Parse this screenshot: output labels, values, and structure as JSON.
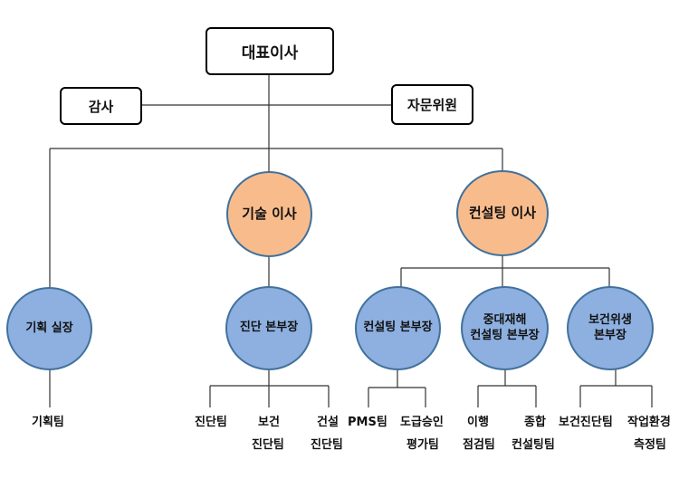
{
  "nodes": {
    "ceo": "대표이사",
    "audit": "감사",
    "advisory": "자문위원",
    "tech_director": "기술 이사",
    "consult_director": "컨설팅 이사",
    "planning_office": "기획 실장",
    "diagnosis_hq": "진단 본부장",
    "consulting_hq": "컨설팅 본부장",
    "disaster_hq": "중대재해\n컨설팅 본부장",
    "health_hq": "보건위생\n본부장"
  },
  "teams": {
    "planning": "기획팀",
    "diagnosis": "진단팀",
    "health_diag_1": "보건",
    "health_diag_2": "진단팀",
    "construction_diag_1": "건설",
    "construction_diag_2": "진단팀",
    "pms": "PMS팀",
    "subcontract_1": "도급승인",
    "subcontract_2": "평가팀",
    "compliance_1": "이행",
    "compliance_2": "점검팀",
    "general_1": "종합",
    "general_2": "컨설팅팀",
    "health_diag_team": "보건진단팀",
    "work_env_1": "작업환경",
    "work_env_2": "측정팀"
  },
  "colors": {
    "director_fill": "#f8bc8c",
    "head_fill": "#8db0e0",
    "circle_border": "#41719c",
    "line": "#333333"
  }
}
